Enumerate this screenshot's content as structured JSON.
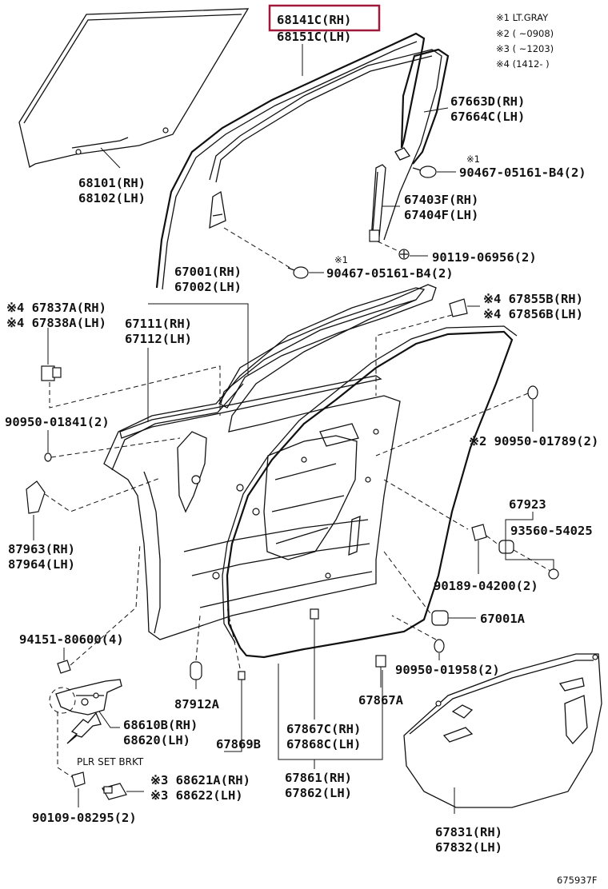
{
  "notes": {
    "n1": "※1 LT.GRAY",
    "n2": "※2 (      ~0908)",
    "n3": "※3 (      ~1203)",
    "n4": "※4 (1412-      )"
  },
  "highlight_color": "#a0183a",
  "labels": {
    "p68141c": "68141C(RH)",
    "p68151c": "68151C(LH)",
    "p67663d": "67663D(RH)",
    "p67664c": "67664C(LH)",
    "star1a": "※1",
    "p90467a": "90467-05161-B4(2)",
    "p68101": "68101(RH)",
    "p68102": "68102(LH)",
    "p67403f": "67403F(RH)",
    "p67404f": "67404F(LH)",
    "p90119": "90119-06956(2)",
    "star1b": "※1",
    "p90467b": "90467-05161-B4(2)",
    "p67001": "67001(RH)",
    "p67002": "67002(LH)",
    "p67837a": "※4 67837A(RH)",
    "p67838a": "※4 67838A(LH)",
    "p67111": "67111(RH)",
    "p67112": "67112(LH)",
    "p67855b": "※4 67855B(RH)",
    "p67856b": "※4 67856B(LH)",
    "p90950_01841": "90950-01841(2)",
    "p90950_01789": "※2 90950-01789(2)",
    "p67923": "67923",
    "p93560": "93560-54025",
    "p87963": "87963(RH)",
    "p87964": "87964(LH)",
    "p90189": "90189-04200(2)",
    "p67001a": "67001A",
    "p94151": "94151-80600(4)",
    "p90950_01958": "90950-01958(2)",
    "p87912a": "87912A",
    "p67867a": "67867A",
    "p68610b": "68610B(RH)",
    "p68620": "68620(LH)",
    "p67869b": "67869B",
    "p67867c": "67867C(RH)",
    "p67868c": "67868C(LH)",
    "plr": "PLR SET BRKT",
    "p68621a": "※3 68621A(RH)",
    "p68622": "※3 68622(LH)",
    "p67861": "67861(RH)",
    "p67862": "67862(LH)",
    "p90109": "90109-08295(2)",
    "p67831": "67831(RH)",
    "p67832": "67832(LH)",
    "code": "675937F"
  }
}
